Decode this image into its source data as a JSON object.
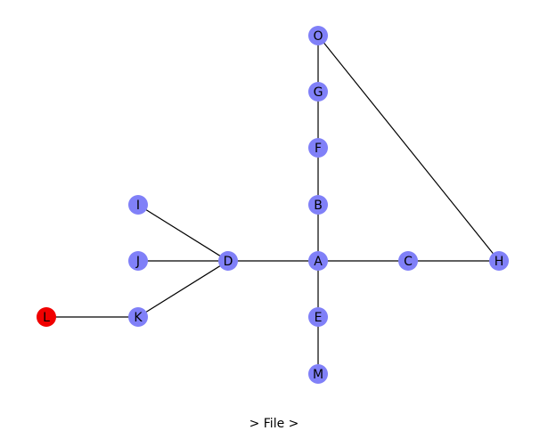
{
  "graph": {
    "colors": {
      "default_node": "#8080f8",
      "highlight_node": "#f00000",
      "edge": "#000000"
    },
    "nodes": [
      {
        "id": "O",
        "label": "O",
        "highlighted": false
      },
      {
        "id": "G",
        "label": "G",
        "highlighted": false
      },
      {
        "id": "F",
        "label": "F",
        "highlighted": false
      },
      {
        "id": "B",
        "label": "B",
        "highlighted": false
      },
      {
        "id": "I",
        "label": "I",
        "highlighted": false
      },
      {
        "id": "J",
        "label": "J",
        "highlighted": false
      },
      {
        "id": "D",
        "label": "D",
        "highlighted": false
      },
      {
        "id": "A",
        "label": "A",
        "highlighted": false
      },
      {
        "id": "C",
        "label": "C",
        "highlighted": false
      },
      {
        "id": "H",
        "label": "H",
        "highlighted": false
      },
      {
        "id": "L",
        "label": "L",
        "highlighted": true
      },
      {
        "id": "K",
        "label": "K",
        "highlighted": false
      },
      {
        "id": "E",
        "label": "E",
        "highlighted": false
      },
      {
        "id": "M",
        "label": "M",
        "highlighted": false
      }
    ],
    "edges": [
      [
        "O",
        "G"
      ],
      [
        "O",
        "H"
      ],
      [
        "G",
        "F"
      ],
      [
        "F",
        "B"
      ],
      [
        "B",
        "A"
      ],
      [
        "I",
        "D"
      ],
      [
        "J",
        "D"
      ],
      [
        "K",
        "D"
      ],
      [
        "D",
        "A"
      ],
      [
        "A",
        "C"
      ],
      [
        "C",
        "H"
      ],
      [
        "A",
        "E"
      ],
      [
        "E",
        "M"
      ],
      [
        "L",
        "K"
      ]
    ]
  },
  "footer": {
    "breadcrumb": "> File >"
  }
}
